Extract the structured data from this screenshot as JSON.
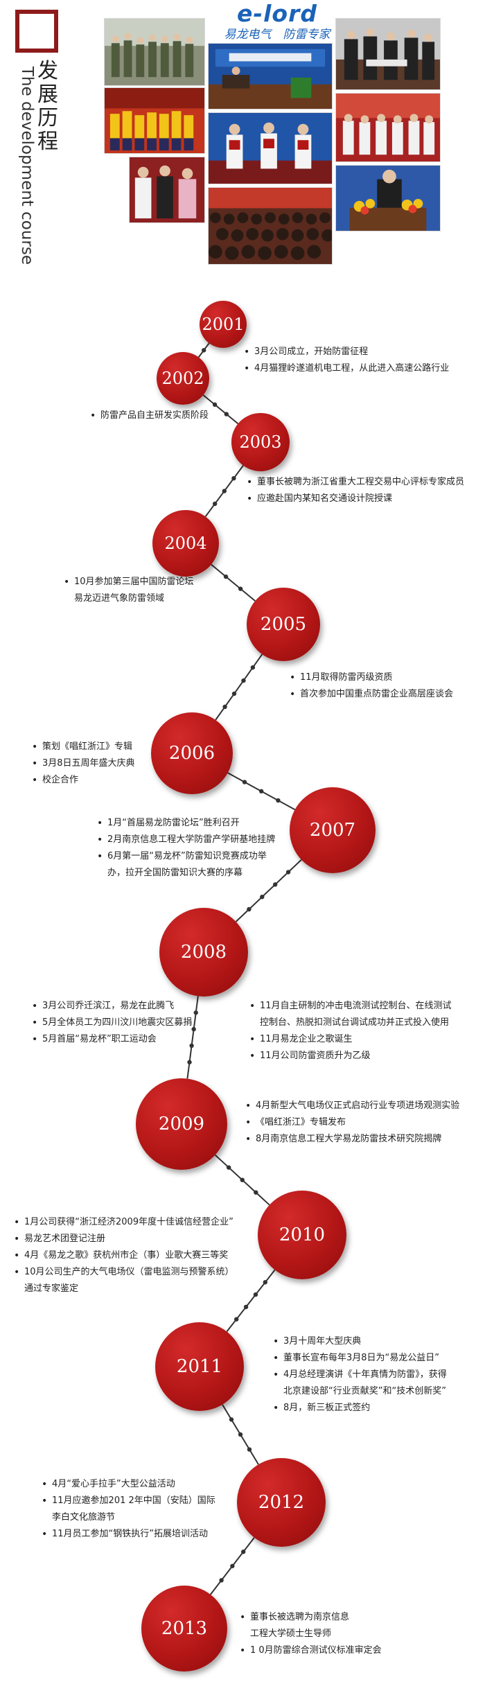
{
  "header": {
    "title_zh": [
      "发",
      "展",
      "历",
      "程"
    ],
    "title_en": "The development course",
    "brand_logo": "e-lord",
    "brand_slogan": "易龙电气　防雷专家"
  },
  "photos": [
    {
      "name": "photo-group-camouflage"
    },
    {
      "name": "photo-meeting-stage"
    },
    {
      "name": "photo-ceremony-crowd"
    },
    {
      "name": "photo-team-yellow"
    },
    {
      "name": "photo-award-presentation"
    },
    {
      "name": "photo-staff-red"
    },
    {
      "name": "photo-guests-three"
    },
    {
      "name": "photo-hosts-stage"
    },
    {
      "name": "photo-auditorium-audience"
    },
    {
      "name": "photo-speaker-flowers"
    }
  ],
  "timeline": [
    {
      "year": "2001",
      "events": [
        "3月公司成立，开始防雷征程",
        "4月猫狸岭遂道机电工程，从此进入高速公路行业"
      ]
    },
    {
      "year": "2002",
      "events": [
        "防雷产品自主研发实质阶段"
      ]
    },
    {
      "year": "2003",
      "events": [
        "董事长被聘为浙江省重大工程交易中心评标专家成员",
        "应邀赴国内某知名交通设计院授课"
      ]
    },
    {
      "year": "2004",
      "events": [
        "10月参加第三届中国防雷论坛",
        "易龙迈进气象防雷领域"
      ]
    },
    {
      "year": "2005",
      "events": [
        "11月取得防雷丙级资质",
        "首次参加中国重点防雷企业高层座谈会"
      ]
    },
    {
      "year": "2006",
      "events": [
        "策划《唱红浙江》专辑",
        "3月8日五周年盛大庆典",
        "校企合作"
      ]
    },
    {
      "year": "2007",
      "events": [
        "1月“首届易龙防雷论坛”胜利召开",
        "2月南京信息工程大学防雷产学研基地挂牌",
        "6月第一届“易龙杯”防雷知识竞赛成功举",
        "办，拉开全国防雷知识大赛的序幕"
      ]
    },
    {
      "year": "2008",
      "events_left": [
        "3月公司乔迁滨江，易龙在此腾飞",
        "5月全体员工为四川汶川地震灾区募捐",
        "5月首届“易龙杯”职工运动会"
      ],
      "events_right": [
        "11月自主研制的冲击电流测试控制台、在线测试",
        "控制台、热脱扣测试台调试成功并正式投入使用",
        "11月易龙企业之歌诞生",
        "11月公司防雷资质升为乙级"
      ]
    },
    {
      "year": "2009",
      "events": [
        "4月新型大气电场仪正式启动行业专项进场观测实验",
        "《唱红浙江》专辑发布",
        "8月南京信息工程大学易龙防雷技术研究院揭牌"
      ]
    },
    {
      "year": "2010",
      "events": [
        "1月公司获得“浙江经济2009年度十佳诚信经营企业”",
        "易龙艺术团登记注册",
        "4月《易龙之歌》获杭州市企（事）业歌大赛三等奖",
        "10月公司生产的大气电场仪（雷电监测与预警系统）",
        "通过专家鉴定"
      ]
    },
    {
      "year": "2011",
      "events": [
        "3月十周年大型庆典",
        "董事长宣布每年3月8日为“易龙公益日”",
        "4月总经理演讲《十年真情为防雷》，获得",
        "北京建设部“行业贡献奖”和“技术创新奖”",
        "8月，新三板正式签约"
      ]
    },
    {
      "year": "2012",
      "events": [
        "4月“爱心手拉手”大型公益活动",
        "11月应邀参加201 2年中国（安陆）国际",
        "李白文化旅游节",
        "11月员工参加“钢铁执行”拓展培训活动"
      ]
    },
    {
      "year": "2013",
      "events": [
        "董事长被选聘为南京信息",
        "工程大学硕士生导师",
        "1 0月防雷综合测试仪标准审定会"
      ]
    }
  ],
  "colors": {
    "accent": "#b31616",
    "frame": "#8e1b1b",
    "brand": "#1a63b8",
    "line": "#333333"
  }
}
